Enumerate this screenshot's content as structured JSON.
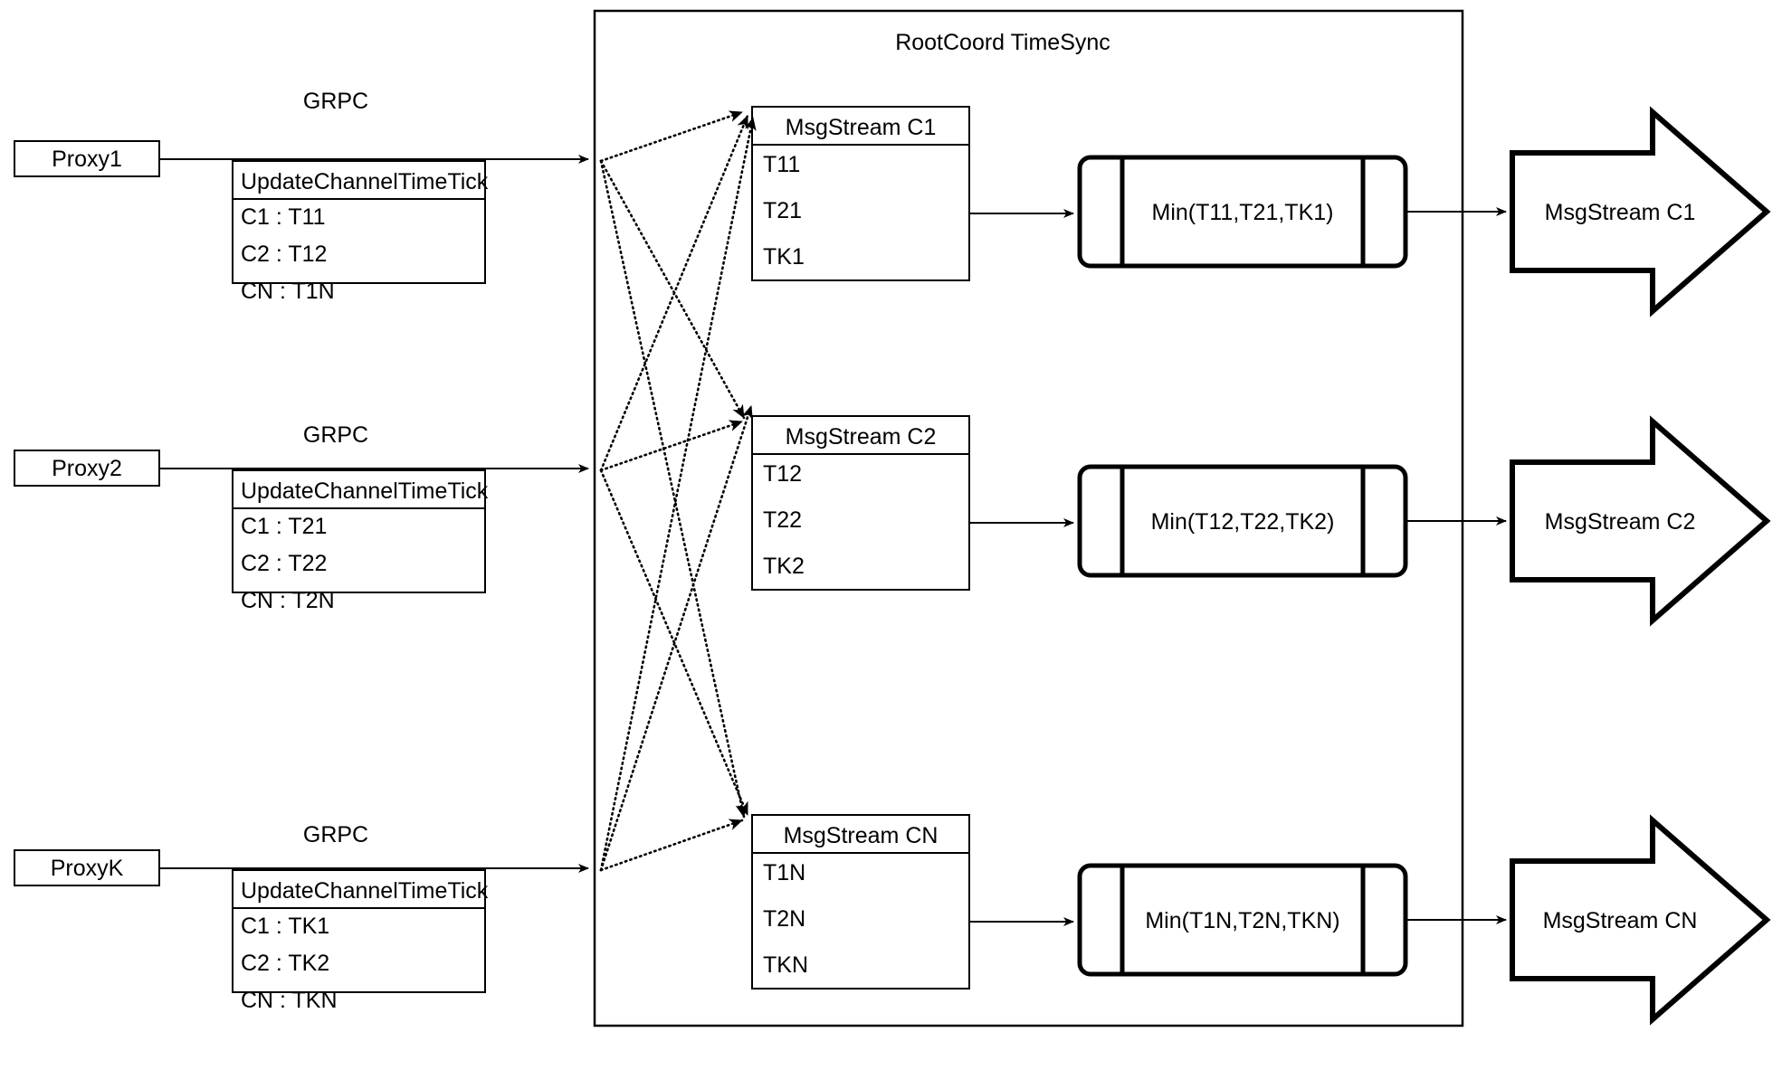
{
  "diagram": {
    "title": "RootCoord TimeSync",
    "container_label": "RootCoord TimeSync",
    "edge_labels": {
      "grpc": "GRPC"
    },
    "proxies": [
      {
        "name": "Proxy1",
        "link_label": "GRPC",
        "request": {
          "header": "UpdateChannelTimeTick",
          "rows": [
            "C1 :  T11",
            "C2 :  T12",
            "CN : T1N"
          ]
        }
      },
      {
        "name": "Proxy2",
        "link_label": "GRPC",
        "request": {
          "header": "UpdateChannelTimeTick",
          "rows": [
            "C1 :  T21",
            "C2 :  T22",
            "CN : T2N"
          ]
        }
      },
      {
        "name": "ProxyK",
        "link_label": "GRPC",
        "request": {
          "header": "UpdateChannelTimeTick",
          "rows": [
            "C1 :  TK1",
            "C2 :  TK2",
            "CN : TKN"
          ]
        }
      }
    ],
    "channels": [
      {
        "stream": {
          "header": "MsgStream C1",
          "rows": [
            "T11",
            "T21",
            "TK1"
          ]
        },
        "process": "Min(T11,T21,TK1)",
        "output": "MsgStream C1"
      },
      {
        "stream": {
          "header": "MsgStream C2",
          "rows": [
            "T12",
            "T22",
            "TK2"
          ]
        },
        "process": "Min(T12,T22,TK2)",
        "output": "MsgStream C2"
      },
      {
        "stream": {
          "header": "MsgStream CN",
          "rows": [
            "T1N",
            "T2N",
            "TKN"
          ]
        },
        "process": "Min(T1N,T2N,TKN)",
        "output": "MsgStream CN"
      }
    ],
    "colors": {
      "stroke": "#000000",
      "background": "#ffffff"
    }
  }
}
